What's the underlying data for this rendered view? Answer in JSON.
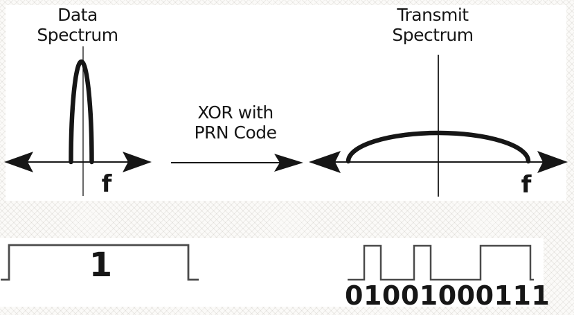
{
  "colors": {
    "ink": "#161616",
    "waveform_stroke": "#4a4a4a",
    "panel_background": "#ffffff"
  },
  "data_spectrum": {
    "title": "Data\nSpectrum",
    "axis_label": "f",
    "shape": "narrowband peak centered on carrier frequency"
  },
  "operation": {
    "label": "XOR with\nPRN Code"
  },
  "transmit_spectrum": {
    "title": "Transmit\nSpectrum",
    "axis_label": "f",
    "shape": "spread wideband lobe across frequency axis"
  },
  "data_bit": {
    "label": "1",
    "bits": "1"
  },
  "prn_sequence": {
    "bits": "01001000111"
  }
}
